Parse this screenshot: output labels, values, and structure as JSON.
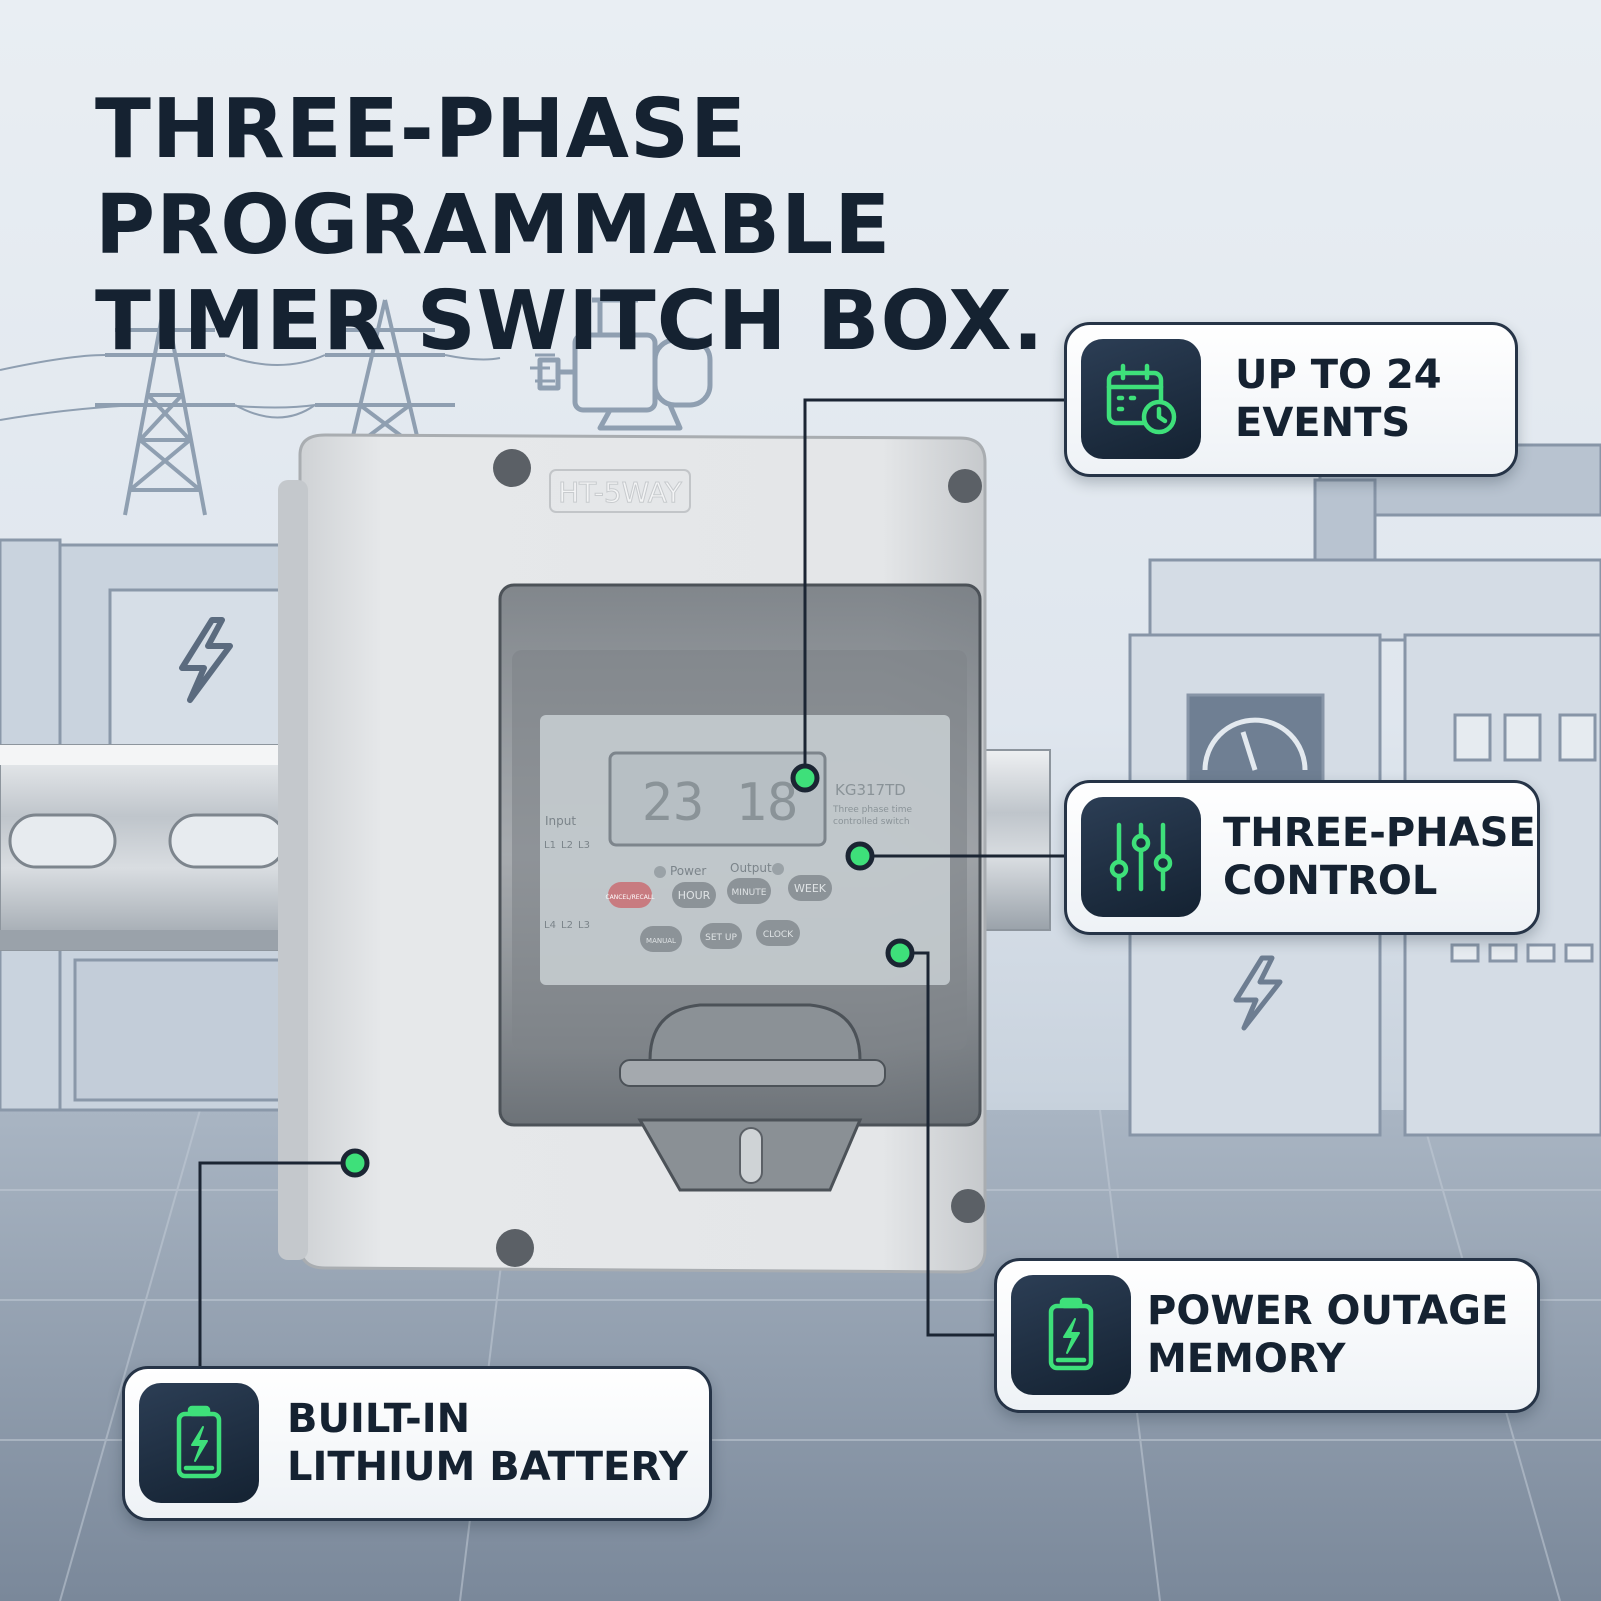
{
  "page": {
    "headline": {
      "line1": "THREE-PHASE PROGRAMMABLE",
      "line2": "TIMER SWITCH BOX."
    }
  },
  "device": {
    "enclosure_label": "HT-5WAY",
    "model": "KG317TD",
    "model_caption": [
      "Three phase time",
      "controlled switch"
    ],
    "display_time": "23 18",
    "input_label": "Input",
    "output_label": "Output",
    "phase_labels": [
      "L1",
      "L2",
      "L3"
    ],
    "phase_labels_bottom": [
      "L4",
      "L2",
      "L3"
    ],
    "indicator_labels": [
      "Power",
      "Output"
    ],
    "buttons": [
      {
        "label": "CANCEL/RECALL"
      },
      {
        "label": "HOUR"
      },
      {
        "label": "MINUTE"
      },
      {
        "label": "WEEK"
      },
      {
        "label": "MANUAL"
      },
      {
        "label": "SET UP"
      },
      {
        "label": "CLOCK"
      }
    ]
  },
  "features": [
    {
      "id": "events",
      "icon": "calendar-clock-icon",
      "line1": "UP TO 24",
      "line2": "EVENTS"
    },
    {
      "id": "three-phase",
      "icon": "sliders-icon",
      "line1": "THREE-PHASE",
      "line2": "CONTROL"
    },
    {
      "id": "power-outage",
      "icon": "battery-charge-icon",
      "line1": "POWER OUTAGE",
      "line2": "MEMORY"
    },
    {
      "id": "battery",
      "icon": "battery-charge-icon",
      "line1": "BUILT-IN",
      "line2": "LITHIUM BATTERY"
    }
  ],
  "colors": {
    "accent_green": "#3ee07a",
    "navy": "#152231",
    "tile": "#1c2b3d",
    "housing": "#e4e6e8"
  }
}
